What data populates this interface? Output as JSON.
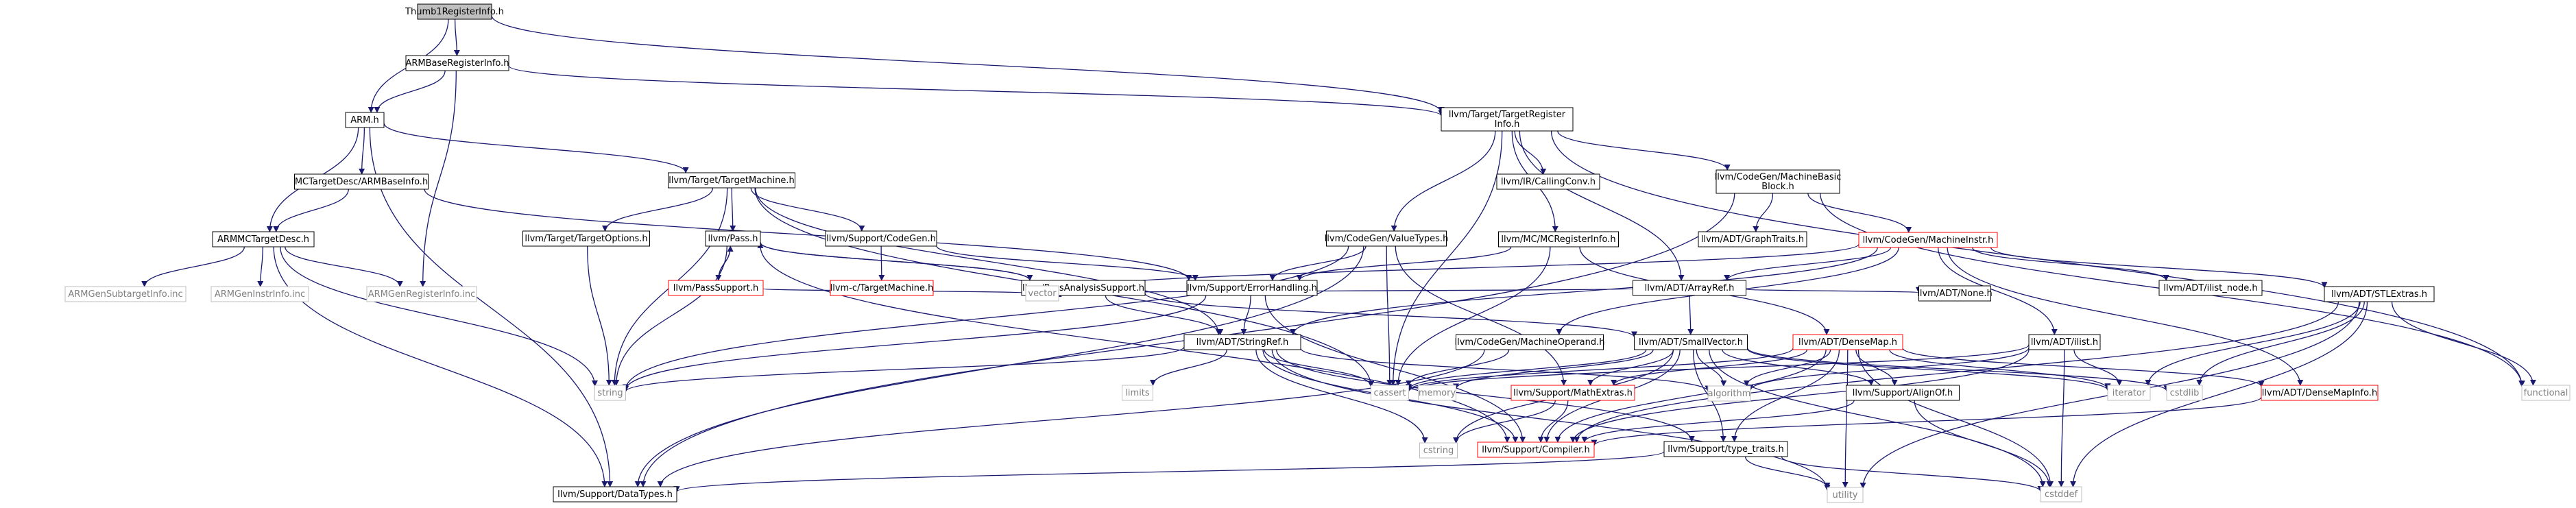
{
  "diagram": {
    "colors": {
      "edge": "#191970",
      "node_border": "#000000",
      "missing_border": "#bfbfbf",
      "missing_text": "#808080",
      "truncated_border": "#ff0000",
      "root_fill": "#bfbfbf",
      "fill": "#ffffff"
    },
    "nodes": [
      {
        "id": "thumb1",
        "label": "Thumb1RegisterInfo.h",
        "style": "root"
      },
      {
        "id": "armbase",
        "label": "ARMBaseRegisterInfo.h",
        "style": "normal"
      },
      {
        "id": "arm",
        "label": "ARM.h",
        "style": "normal"
      },
      {
        "id": "targetreg",
        "label": [
          "llvm/Target/TargetRegister",
          "Info.h"
        ],
        "style": "normal"
      },
      {
        "id": "mctargetbase",
        "label": "MCTargetDesc/ARMBaseInfo.h",
        "style": "normal"
      },
      {
        "id": "targetmachine",
        "label": "llvm/Target/TargetMachine.h",
        "style": "normal"
      },
      {
        "id": "callingconv",
        "label": "llvm/IR/CallingConv.h",
        "style": "normal"
      },
      {
        "id": "mbb",
        "label": [
          "llvm/CodeGen/MachineBasic",
          "Block.h"
        ],
        "style": "normal"
      },
      {
        "id": "armmctarget",
        "label": "ARMMCTargetDesc.h",
        "style": "normal"
      },
      {
        "id": "targetoptions",
        "label": "llvm/Target/TargetOptions.h",
        "style": "normal"
      },
      {
        "id": "pass",
        "label": "llvm/Pass.h",
        "style": "normal"
      },
      {
        "id": "supportcodegen",
        "label": "llvm/Support/CodeGen.h",
        "style": "normal"
      },
      {
        "id": "valuetypes",
        "label": "llvm/CodeGen/ValueTypes.h",
        "style": "normal"
      },
      {
        "id": "mcreginfo",
        "label": "llvm/MC/MCRegisterInfo.h",
        "style": "normal"
      },
      {
        "id": "graphtraits",
        "label": "llvm/ADT/GraphTraits.h",
        "style": "normal"
      },
      {
        "id": "machineinstr",
        "label": "llvm/CodeGen/MachineInstr.h",
        "style": "truncated"
      },
      {
        "id": "subtargetinfo",
        "label": "ARMGenSubtargetInfo.inc",
        "style": "missing"
      },
      {
        "id": "instrinfo",
        "label": "ARMGenInstrInfo.inc",
        "style": "missing"
      },
      {
        "id": "reginfoinc",
        "label": "ARMGenRegisterInfo.inc",
        "style": "missing"
      },
      {
        "id": "passsupport",
        "label": "llvm/PassSupport.h",
        "style": "truncated"
      },
      {
        "id": "passanalysis",
        "label": "llvm/PassAnalysisSupport.h",
        "style": "normal"
      },
      {
        "id": "ctargetmachine",
        "label": "llvm-c/TargetMachine.h",
        "style": "truncated"
      },
      {
        "id": "errorhandling",
        "label": "llvm/Support/ErrorHandling.h",
        "style": "normal"
      },
      {
        "id": "arrayref",
        "label": "llvm/ADT/ArrayRef.h",
        "style": "normal"
      },
      {
        "id": "adtnone",
        "label": "llvm/ADT/None.h",
        "style": "normal"
      },
      {
        "id": "ilistnode",
        "label": "llvm/ADT/ilist_node.h",
        "style": "normal"
      },
      {
        "id": "stlextras",
        "label": "llvm/ADT/STLExtras.h",
        "style": "normal"
      },
      {
        "id": "vector",
        "label": "vector",
        "style": "missing"
      },
      {
        "id": "stringref",
        "label": "llvm/ADT/StringRef.h",
        "style": "normal"
      },
      {
        "id": "mo",
        "label": "llvm/CodeGen/MachineOperand.h",
        "style": "normal"
      },
      {
        "id": "smallvector",
        "label": "llvm/ADT/SmallVector.h",
        "style": "normal"
      },
      {
        "id": "densemap",
        "label": "llvm/ADT/DenseMap.h",
        "style": "truncated"
      },
      {
        "id": "ilist",
        "label": "llvm/ADT/ilist.h",
        "style": "normal"
      },
      {
        "id": "string",
        "label": "string",
        "style": "missing"
      },
      {
        "id": "limits",
        "label": "limits",
        "style": "missing"
      },
      {
        "id": "cassert",
        "label": "cassert",
        "style": "missing"
      },
      {
        "id": "memory",
        "label": "memory",
        "style": "missing"
      },
      {
        "id": "mathextras",
        "label": "llvm/Support/MathExtras.h",
        "style": "truncated"
      },
      {
        "id": "algorithm",
        "label": "algorithm",
        "style": "missing"
      },
      {
        "id": "alignof",
        "label": "llvm/Support/AlignOf.h",
        "style": "normal"
      },
      {
        "id": "iterator",
        "label": "iterator",
        "style": "missing"
      },
      {
        "id": "cstdlib",
        "label": "cstdlib",
        "style": "missing"
      },
      {
        "id": "densemapinfo",
        "label": "llvm/ADT/DenseMapInfo.h",
        "style": "truncated"
      },
      {
        "id": "functional",
        "label": "functional",
        "style": "missing"
      },
      {
        "id": "cstring",
        "label": "cstring",
        "style": "missing"
      },
      {
        "id": "compiler",
        "label": "llvm/Support/Compiler.h",
        "style": "truncated"
      },
      {
        "id": "typetraits",
        "label": "llvm/Support/type_traits.h",
        "style": "normal"
      },
      {
        "id": "datatypes",
        "label": "llvm/Support/DataTypes.h",
        "style": "normal"
      },
      {
        "id": "utility",
        "label": "utility",
        "style": "missing"
      },
      {
        "id": "cstddef",
        "label": "cstddef",
        "style": "missing"
      }
    ],
    "edges": [
      [
        "thumb1",
        "armbase"
      ],
      [
        "thumb1",
        "arm"
      ],
      [
        "thumb1",
        "targetreg"
      ],
      [
        "armbase",
        "arm"
      ],
      [
        "armbase",
        "targetreg"
      ],
      [
        "armbase",
        "reginfoinc"
      ],
      [
        "arm",
        "mctargetbase"
      ],
      [
        "arm",
        "targetmachine"
      ],
      [
        "arm",
        "armmctarget"
      ],
      [
        "arm",
        "datatypes"
      ],
      [
        "targetreg",
        "callingconv"
      ],
      [
        "targetreg",
        "mbb"
      ],
      [
        "targetreg",
        "valuetypes"
      ],
      [
        "targetreg",
        "mcreginfo"
      ],
      [
        "targetreg",
        "arrayref"
      ],
      [
        "targetreg",
        "cassert"
      ],
      [
        "targetreg",
        "functional"
      ],
      [
        "mctargetbase",
        "armmctarget"
      ],
      [
        "mctargetbase",
        "errorhandling"
      ],
      [
        "targetmachine",
        "targetoptions"
      ],
      [
        "targetmachine",
        "pass"
      ],
      [
        "targetmachine",
        "supportcodegen"
      ],
      [
        "targetmachine",
        "stringref"
      ],
      [
        "targetmachine",
        "string"
      ],
      [
        "targetmachine",
        "cassert"
      ],
      [
        "mbb",
        "graphtraits"
      ],
      [
        "mbb",
        "machineinstr"
      ],
      [
        "mbb",
        "datatypes"
      ],
      [
        "mbb",
        "functional"
      ],
      [
        "armmctarget",
        "subtargetinfo"
      ],
      [
        "armmctarget",
        "instrinfo"
      ],
      [
        "armmctarget",
        "reginfoinc"
      ],
      [
        "armmctarget",
        "string"
      ],
      [
        "armmctarget",
        "datatypes"
      ],
      [
        "targetoptions",
        "string"
      ],
      [
        "pass",
        "passsupport"
      ],
      [
        "pass",
        "passanalysis"
      ],
      [
        "pass",
        "string"
      ],
      [
        "pass",
        "compiler"
      ],
      [
        "supportcodegen",
        "ctargetmachine"
      ],
      [
        "supportcodegen",
        "errorhandling"
      ],
      [
        "valuetypes",
        "errorhandling"
      ],
      [
        "valuetypes",
        "mathextras"
      ],
      [
        "valuetypes",
        "cassert"
      ],
      [
        "valuetypes",
        "string"
      ],
      [
        "valuetypes",
        "datatypes"
      ],
      [
        "mcreginfo",
        "errorhandling"
      ],
      [
        "mcreginfo",
        "densemap"
      ],
      [
        "mcreginfo",
        "cassert"
      ],
      [
        "machineinstr",
        "arrayref"
      ],
      [
        "machineinstr",
        "mo"
      ],
      [
        "machineinstr",
        "ilistnode"
      ],
      [
        "machineinstr",
        "stlextras"
      ],
      [
        "machineinstr",
        "ilist"
      ],
      [
        "machineinstr",
        "stringref"
      ],
      [
        "machineinstr",
        "densemapinfo"
      ],
      [
        "machineinstr",
        "vector"
      ],
      [
        "passsupport",
        "pass"
      ],
      [
        "passsupport",
        "vector"
      ],
      [
        "passanalysis",
        "pass"
      ],
      [
        "passanalysis",
        "smallvector"
      ],
      [
        "passanalysis",
        "stringref"
      ],
      [
        "passanalysis",
        "vector"
      ],
      [
        "errorhandling",
        "stringref"
      ],
      [
        "errorhandling",
        "compiler"
      ],
      [
        "errorhandling",
        "string"
      ],
      [
        "arrayref",
        "adtnone"
      ],
      [
        "arrayref",
        "smallvector"
      ],
      [
        "arrayref",
        "vector"
      ],
      [
        "stlextras",
        "cstddef"
      ],
      [
        "stlextras",
        "cstdlib"
      ],
      [
        "stlextras",
        "functional"
      ],
      [
        "stlextras",
        "iterator"
      ],
      [
        "stlextras",
        "utility"
      ],
      [
        "stlextras",
        "compiler"
      ],
      [
        "stringref",
        "algorithm"
      ],
      [
        "stringref",
        "cassert"
      ],
      [
        "stringref",
        "cstring"
      ],
      [
        "stringref",
        "limits"
      ],
      [
        "stringref",
        "string"
      ],
      [
        "stringref",
        "utility"
      ],
      [
        "stringref",
        "compiler"
      ],
      [
        "stringref",
        "typetraits"
      ],
      [
        "mo",
        "cassert"
      ],
      [
        "mo",
        "datatypes"
      ],
      [
        "smallvector",
        "algorithm"
      ],
      [
        "smallvector",
        "cassert"
      ],
      [
        "smallvector",
        "cstddef"
      ],
      [
        "smallvector",
        "cstdlib"
      ],
      [
        "smallvector",
        "cstring"
      ],
      [
        "smallvector",
        "iterator"
      ],
      [
        "smallvector",
        "memory"
      ],
      [
        "smallvector",
        "alignof"
      ],
      [
        "smallvector",
        "compiler"
      ],
      [
        "smallvector",
        "mathextras"
      ],
      [
        "smallvector",
        "typetraits"
      ],
      [
        "densemap",
        "algorithm"
      ],
      [
        "densemap",
        "cassert"
      ],
      [
        "densemap",
        "cstddef"
      ],
      [
        "densemap",
        "iterator"
      ],
      [
        "densemap",
        "utility"
      ],
      [
        "densemap",
        "alignof"
      ],
      [
        "densemap",
        "compiler"
      ],
      [
        "densemap",
        "mathextras"
      ],
      [
        "densemap",
        "typetraits"
      ],
      [
        "densemap",
        "densemapinfo"
      ],
      [
        "ilist",
        "algorithm"
      ],
      [
        "ilist",
        "cassert"
      ],
      [
        "ilist",
        "cstddef"
      ],
      [
        "ilist",
        "iterator"
      ],
      [
        "ilist",
        "compiler"
      ],
      [
        "mathextras",
        "compiler"
      ],
      [
        "mathextras",
        "cstring"
      ],
      [
        "alignof",
        "compiler"
      ],
      [
        "alignof",
        "cstddef"
      ],
      [
        "densemapinfo",
        "compiler"
      ],
      [
        "typetraits",
        "utility"
      ],
      [
        "typetraits",
        "cstddef"
      ],
      [
        "typetraits",
        "datatypes"
      ]
    ]
  }
}
